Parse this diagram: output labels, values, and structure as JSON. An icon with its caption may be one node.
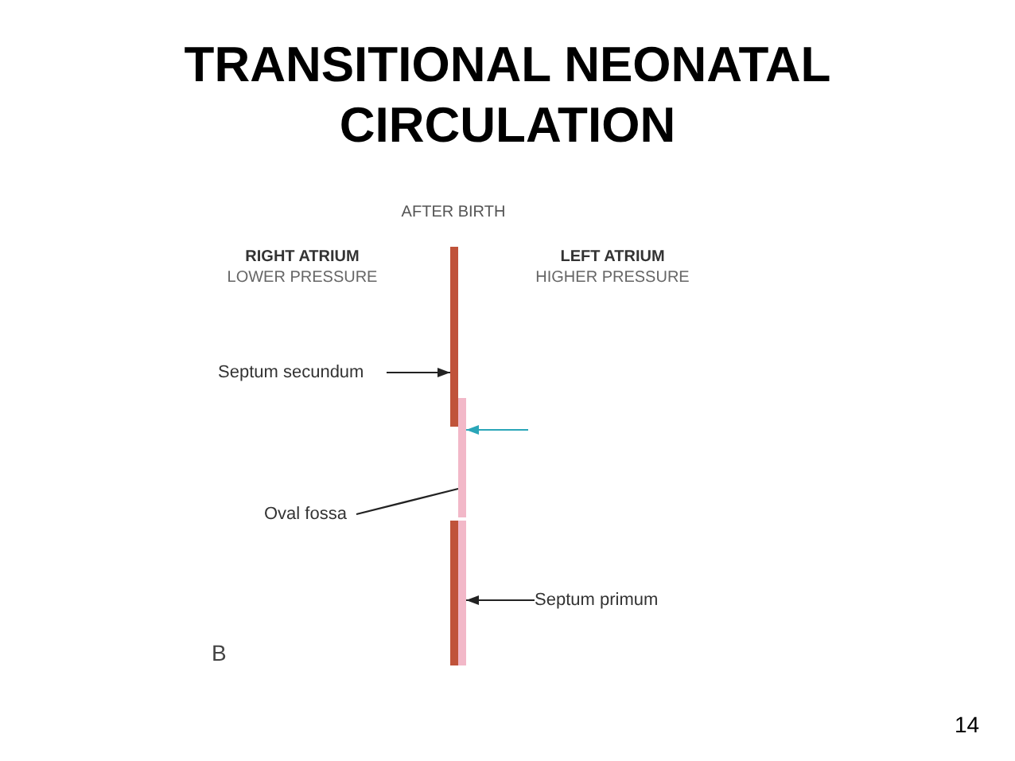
{
  "diagram": {
    "title": "TRANSITIONAL NEONATAL CIRCULATION",
    "nodes": [
      {
        "text": [
          "Septum secundum"
        ]
      },
      {
        "text": [],
        "shape": "bar"
      },
      {
        "text": [
          "Oval fossa"
        ]
      },
      {
        "text": [],
        "shape": "bar"
      },
      {
        "text": [],
        "shape": "bar"
      },
      {
        "text": [
          "Septum primum"
        ]
      }
    ],
    "edges": [
      {
        "from": 0,
        "to": 1,
        "arrow": "to"
      },
      {
        "from": 2,
        "to": 3,
        "arrow": "none"
      },
      {
        "from": 5,
        "to": 4,
        "arrow": "to"
      },
      {
        "from": null,
        "to": 3,
        "arrow": "to",
        "color": "#2aa6b8"
      }
    ],
    "labels": [
      "AFTER BIRTH",
      "RIGHT ATRIUM",
      "LOWER PRESSURE",
      "LEFT ATRIUM",
      "HIGHER PRESSURE",
      "B",
      "14"
    ]
  }
}
